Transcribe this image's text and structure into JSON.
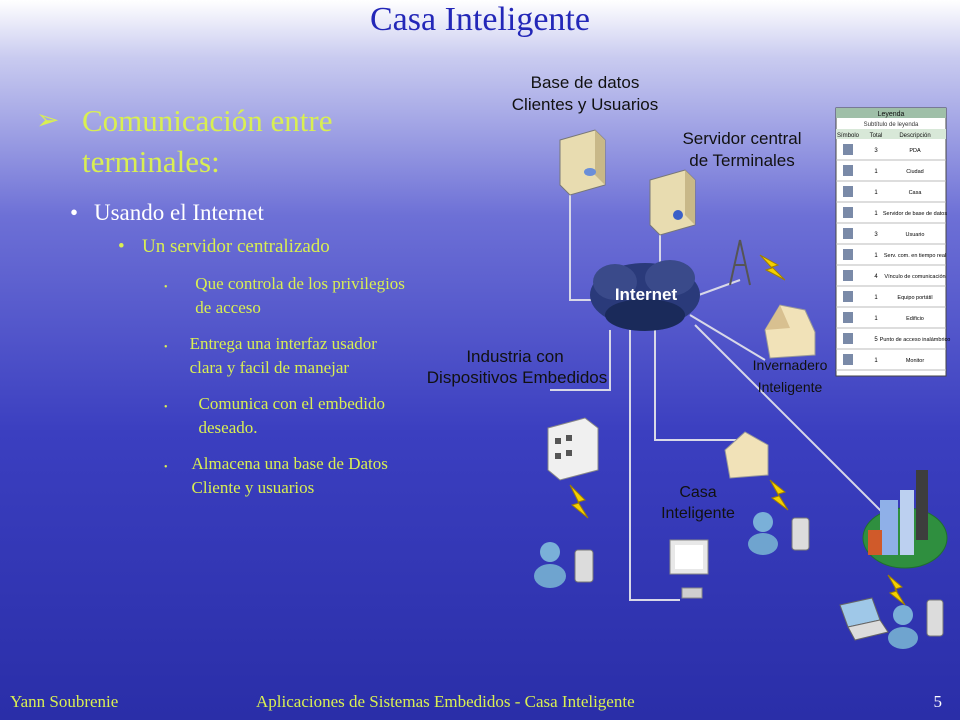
{
  "slide": {
    "title": "Casa Inteligente",
    "bullets": {
      "level1": "Comunicación entre terminales:",
      "level2": "Usando el Internet",
      "level3": "Un servidor centralizado",
      "level4": [
        "Que controla de los privilegios de acceso",
        "Entrega una interfaz usador clara y facil de manejar",
        "Comunica con el embedido deseado.",
        "Almacena una base de Datos Cliente y usuarios"
      ]
    }
  },
  "diagram": {
    "labels": {
      "database": [
        "Base de datos",
        "Clientes y Usuarios"
      ],
      "server": [
        "Servidor central",
        "de Terminales"
      ],
      "internet": "Internet",
      "industry": [
        "Industria con",
        "Dispositivos Embedidos"
      ],
      "greenhouse": [
        "Invernadero",
        "Inteligente"
      ],
      "house": [
        "Casa",
        "Inteligente"
      ]
    },
    "legend": {
      "title": "Leyenda",
      "subtitle": "Subtítulo de leyenda",
      "headers": [
        "Símbolo",
        "Total",
        "Descripción"
      ],
      "rows": [
        {
          "total": "3",
          "desc": "PDA"
        },
        {
          "total": "1",
          "desc": "Ciudad"
        },
        {
          "total": "1",
          "desc": "Casa"
        },
        {
          "total": "1",
          "desc": "Servidor de base de datos"
        },
        {
          "total": "3",
          "desc": "Usuario"
        },
        {
          "total": "1",
          "desc": "Serv. com. en tiempo real"
        },
        {
          "total": "4",
          "desc": "Vínculo de comunicación"
        },
        {
          "total": "1",
          "desc": "Equipo portátil"
        },
        {
          "total": "1",
          "desc": "Edificio"
        },
        {
          "total": "5",
          "desc": "Punto de acceso inalámbrico"
        },
        {
          "total": "1",
          "desc": "Monitor"
        }
      ]
    }
  },
  "footer": {
    "author": "Yann Soubrenie",
    "course": "Aplicaciones de Sistemas Embedidos - Casa Inteligente",
    "page": "5"
  }
}
